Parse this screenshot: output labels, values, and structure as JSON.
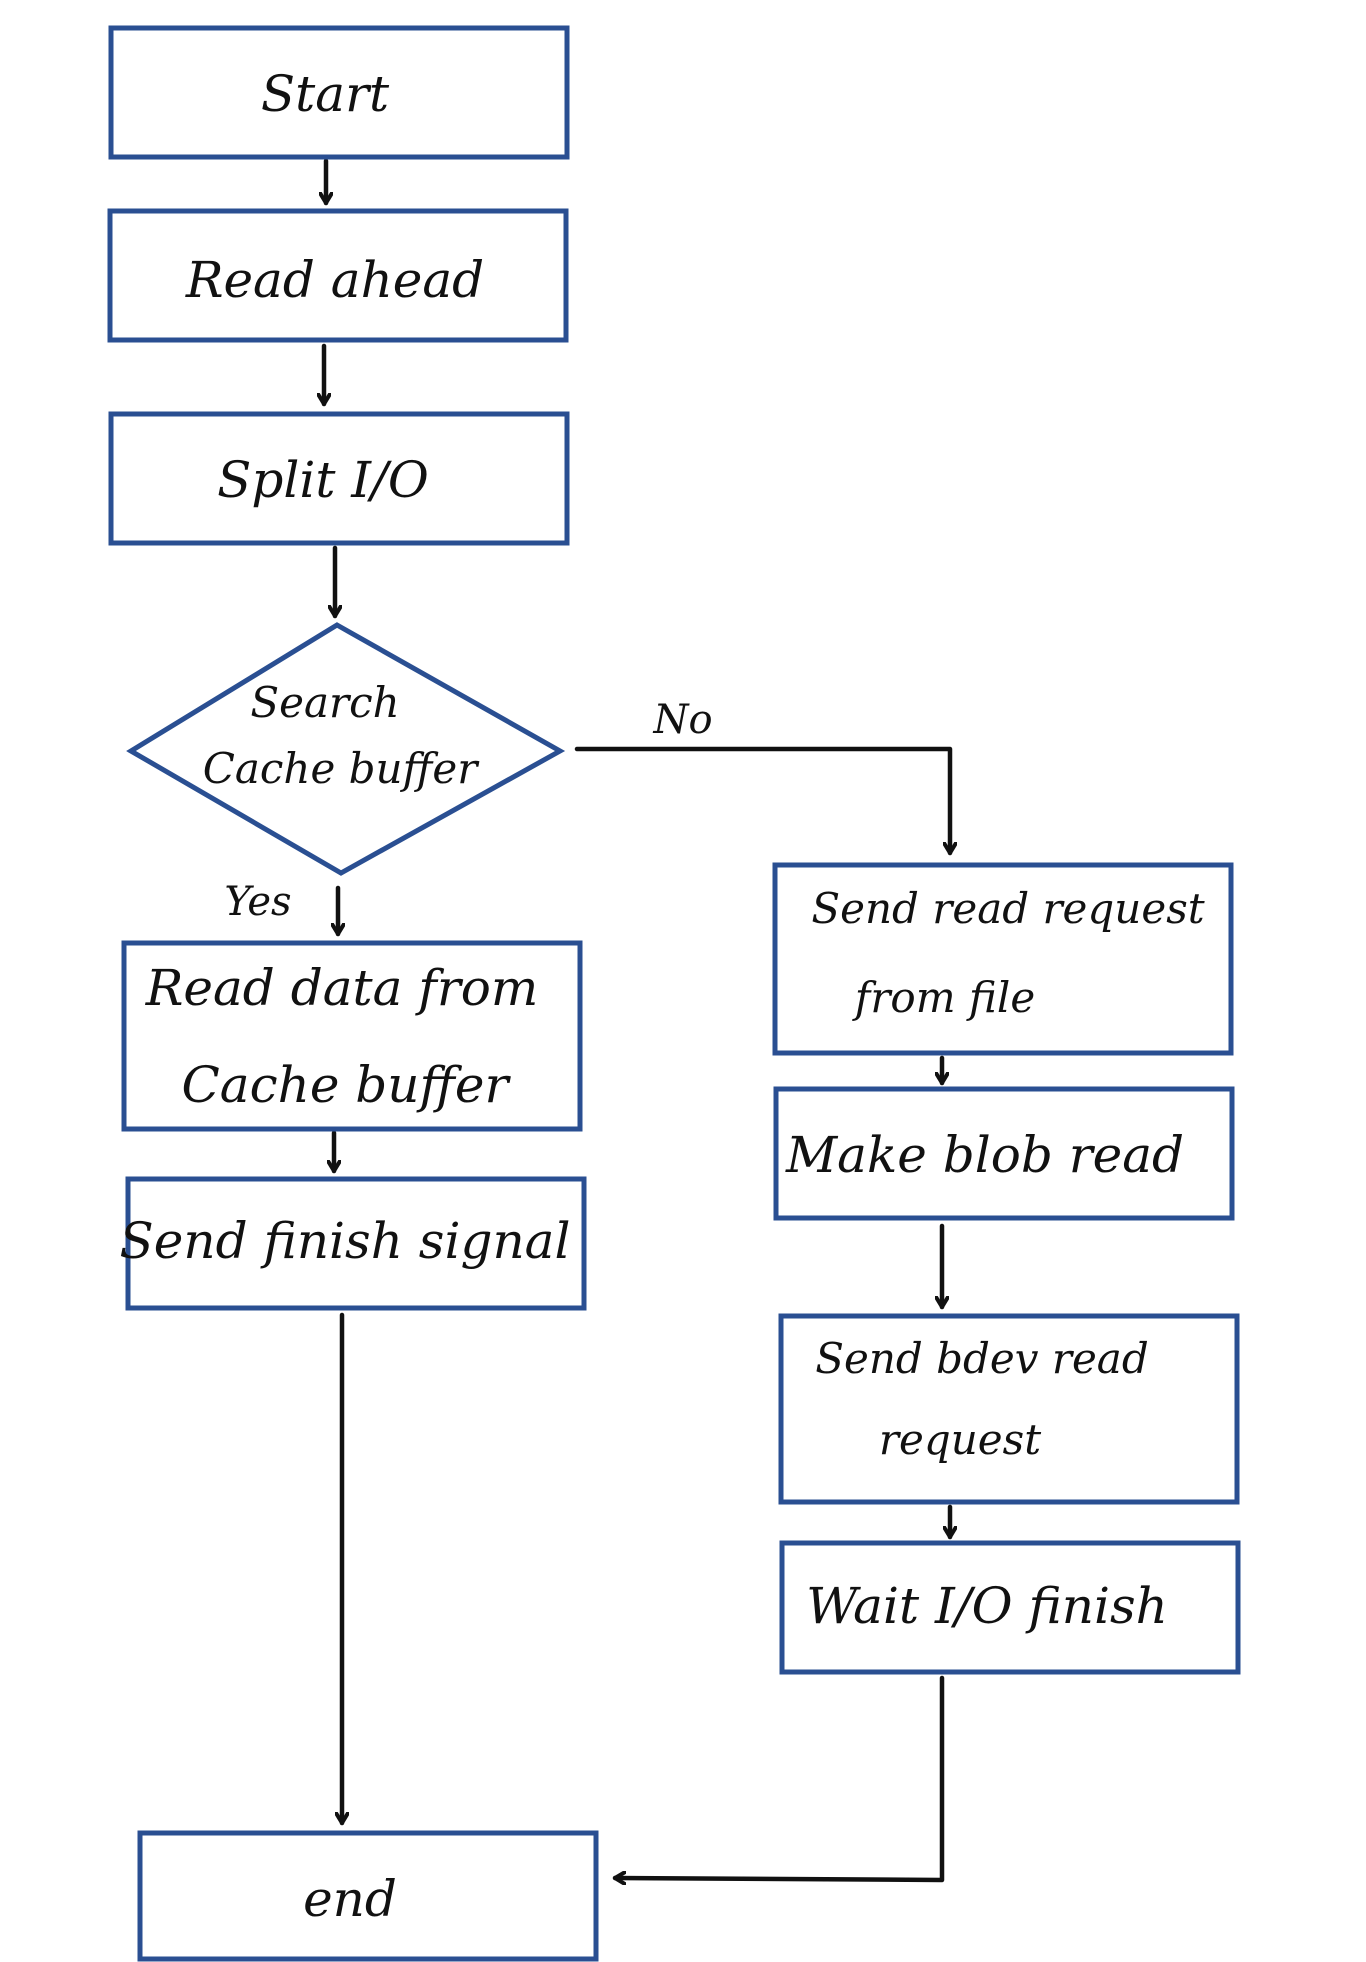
{
  "diagram": {
    "nodes": {
      "start": {
        "lines": [
          "Start"
        ]
      },
      "read_ahead": {
        "lines": [
          "Read ahead"
        ]
      },
      "split_io": {
        "lines": [
          "Split I/O"
        ]
      },
      "search_cache": {
        "lines": [
          "Search",
          "Cache buffer"
        ]
      },
      "read_cache": {
        "lines": [
          "Read data from",
          "Cache buffer"
        ]
      },
      "send_finish": {
        "lines": [
          "Send finish signal"
        ]
      },
      "send_read_request": {
        "lines": [
          "Send read request",
          "from file"
        ]
      },
      "make_blob_read": {
        "lines": [
          "Make blob read"
        ]
      },
      "send_bdev_read": {
        "lines": [
          "Send bdev read",
          "request"
        ]
      },
      "wait_io_finish": {
        "lines": [
          "Wait I/O finish"
        ]
      },
      "end": {
        "lines": [
          "end"
        ]
      }
    },
    "edge_labels": {
      "no": "No",
      "yes": "Yes"
    }
  }
}
